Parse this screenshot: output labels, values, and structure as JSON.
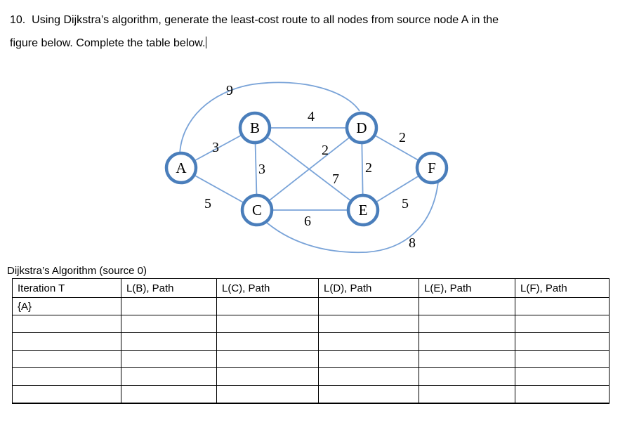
{
  "question": {
    "line1": "10.  Using Dijkstra’s algorithm, generate the least-cost route to all nodes from source node A in the",
    "line2": "figure below. Complete the table below."
  },
  "graph": {
    "colors": {
      "node_ring": "#4a7ebb",
      "edge_line": "#79a3d8",
      "text": "#000000"
    },
    "nodes": [
      {
        "id": "A",
        "label": "A"
      },
      {
        "id": "B",
        "label": "B"
      },
      {
        "id": "C",
        "label": "C"
      },
      {
        "id": "D",
        "label": "D"
      },
      {
        "id": "E",
        "label": "E"
      },
      {
        "id": "F",
        "label": "F"
      }
    ],
    "edges": [
      {
        "id": "AB",
        "from": "A",
        "to": "B",
        "weight": "3"
      },
      {
        "id": "AC",
        "from": "A",
        "to": "C",
        "weight": "5"
      },
      {
        "id": "AD",
        "from": "A",
        "to": "D",
        "weight": "9"
      },
      {
        "id": "BC",
        "from": "B",
        "to": "C",
        "weight": "3"
      },
      {
        "id": "BD",
        "from": "B",
        "to": "D",
        "weight": "4"
      },
      {
        "id": "BE",
        "from": "B",
        "to": "E",
        "weight": "7"
      },
      {
        "id": "CD",
        "from": "C",
        "to": "D",
        "weight": "2"
      },
      {
        "id": "CE",
        "from": "C",
        "to": "E",
        "weight": "6"
      },
      {
        "id": "CF",
        "from": "C",
        "to": "F",
        "weight": "8"
      },
      {
        "id": "DE",
        "from": "D",
        "to": "E",
        "weight": "2"
      },
      {
        "id": "DF",
        "from": "D",
        "to": "F",
        "weight": "2"
      },
      {
        "id": "EF",
        "from": "E",
        "to": "F",
        "weight": "5"
      }
    ]
  },
  "table": {
    "caption": "Dijkstra’s Algorithm (source 0)",
    "headers": [
      "Iteration T",
      "L(B), Path",
      "L(C), Path",
      "L(D), Path",
      "L(E), Path",
      "L(F), Path"
    ],
    "rows": [
      [
        "{A}",
        "",
        "",
        "",
        "",
        ""
      ],
      [
        "",
        "",
        "",
        "",
        "",
        ""
      ],
      [
        "",
        "",
        "",
        "",
        "",
        ""
      ],
      [
        "",
        "",
        "",
        "",
        "",
        ""
      ],
      [
        "",
        "",
        "",
        "",
        "",
        ""
      ],
      [
        "",
        "",
        "",
        "",
        "",
        ""
      ]
    ]
  }
}
